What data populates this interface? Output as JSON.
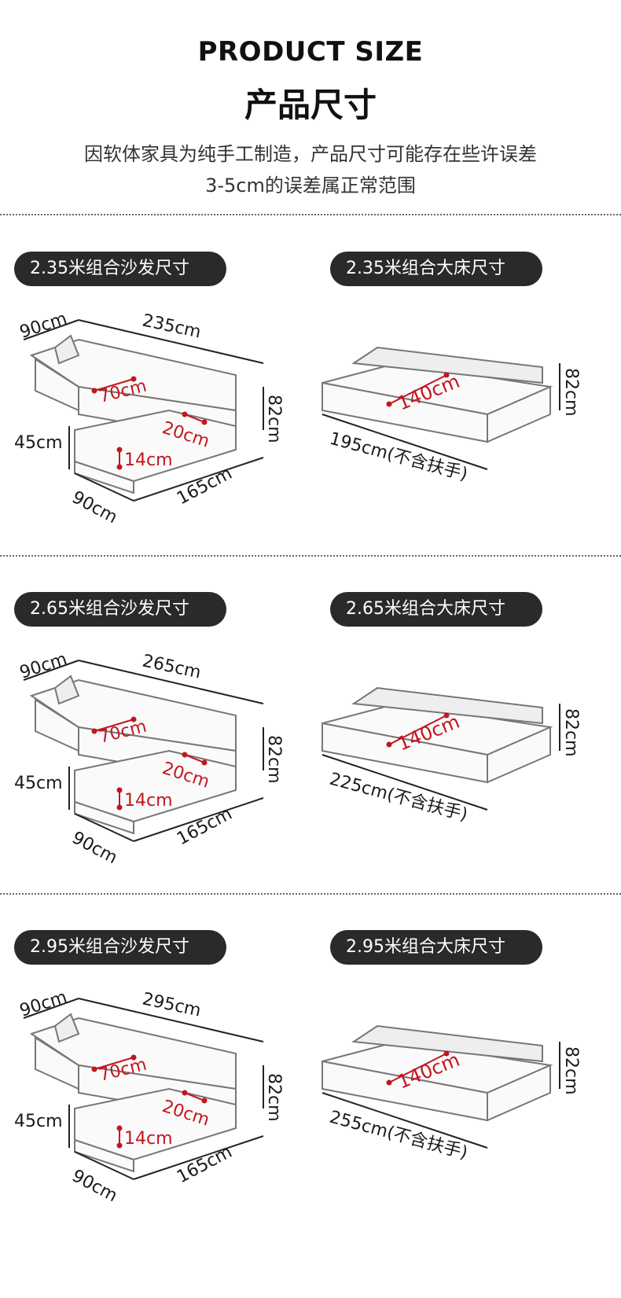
{
  "header": {
    "title_en": "PRODUCT SIZE",
    "title_cn": "产品尺寸",
    "note_line1": "因软体家具为纯手工制造，产品尺寸可能存在些许误差",
    "note_line2": "3-5cm的误差属正常范围"
  },
  "sections": [
    {
      "sofa_label": "2.35米组合沙发尺寸",
      "bed_label": "2.35米组合大床尺寸",
      "sofa": {
        "depth": "90cm",
        "length": "235cm",
        "height": "82cm",
        "seat_depth": "70cm",
        "arm": "20cm",
        "seat_height": "45cm",
        "cushion": "14cm",
        "chaise_width": "90cm",
        "chaise_length": "165cm"
      },
      "bed": {
        "height": "82cm",
        "width": "140cm",
        "length": "195cm(不含扶手)"
      }
    },
    {
      "sofa_label": "2.65米组合沙发尺寸",
      "bed_label": "2.65米组合大床尺寸",
      "sofa": {
        "depth": "90cm",
        "length": "265cm",
        "height": "82cm",
        "seat_depth": "70cm",
        "arm": "20cm",
        "seat_height": "45cm",
        "cushion": "14cm",
        "chaise_width": "90cm",
        "chaise_length": "165cm"
      },
      "bed": {
        "height": "82cm",
        "width": "140cm",
        "length": "225cm(不含扶手)"
      }
    },
    {
      "sofa_label": "2.95米组合沙发尺寸",
      "bed_label": "2.95米组合大床尺寸",
      "sofa": {
        "depth": "90cm",
        "length": "295cm",
        "height": "82cm",
        "seat_depth": "70cm",
        "arm": "20cm",
        "seat_height": "45cm",
        "cushion": "14cm",
        "chaise_width": "90cm",
        "chaise_length": "165cm"
      },
      "bed": {
        "height": "82cm",
        "width": "140cm",
        "length": "255cm(不含扶手)"
      }
    }
  ]
}
